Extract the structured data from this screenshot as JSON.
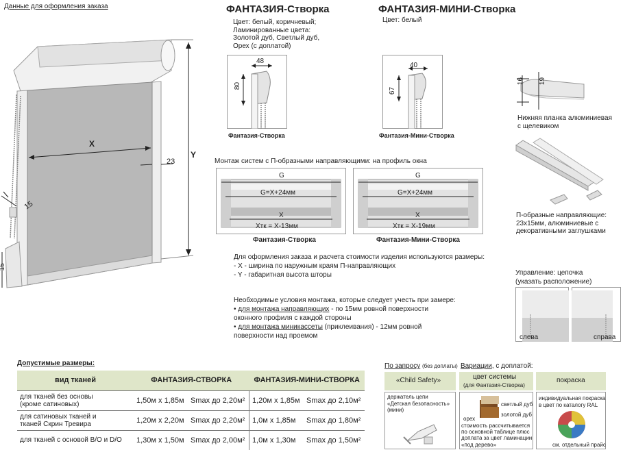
{
  "header": {
    "order_data": "Данные для оформления заказа",
    "title_fantasy": "ФАНТАЗИЯ-Створка",
    "title_fantasy_mini": "ФАНТАЗИЯ-МИНИ-Створка"
  },
  "fantasy_colors": [
    "Цвет: белый, коричневый;",
    "Ламинированные цвета:",
    "Золотой дуб, Светлый дуб,",
    "Орех (с доплатой)"
  ],
  "mini_colors": "Цвет: белый",
  "profiles": {
    "fantasy": {
      "w": "48",
      "h": "80",
      "caption": "Фантазия-Створка"
    },
    "mini": {
      "w": "40",
      "h": "67",
      "caption": "Фантазия-Мини-Створка"
    }
  },
  "main_drawing": {
    "x": "X",
    "y": "Y",
    "d23": "23",
    "d15": "15",
    "d15b": "15"
  },
  "bottom_bar": {
    "d16": "16",
    "d19": "19",
    "caption": [
      "Нижняя планка алюминиевая",
      "с щелевиком"
    ]
  },
  "mount_title": "Монтаж систем с П-образными направляющими: на профиль окна",
  "mount_diagrams": [
    {
      "g": "G",
      "gx": "G=X+24мм",
      "x": "X",
      "xtk": "Xтк = X-13мм",
      "caption": "Фантазия-Створка"
    },
    {
      "g": "G",
      "gx": "G=X+24мм",
      "x": "X",
      "xtk": "Xтк = X-19мм",
      "caption": "Фантазия-Мини-Створка"
    }
  ],
  "guides_caption": [
    "П-образные направляющие:",
    "23x15мм, алюминиевые с",
    "декоративными заглушками"
  ],
  "sizes_text": [
    "Для оформления заказа и расчета стоимости изделия используются размеры:",
    "- X - ширина по наружным краям П-направляющих",
    "- Y - габаритная высота шторы"
  ],
  "conditions": {
    "title": "Необходимые условия монтажа, которые следует учесть при замере:",
    "item1_u": "для монтажа направляющих",
    "item1_rest": " - по 15мм ровной поверхности",
    "item1_line2": "оконного профиля с каждой стороны",
    "item2_u": "для монтажа миникассеты",
    "item2_rest": " (приклеивания) - 12мм ровной",
    "item2_line2": "поверхности над проемом"
  },
  "control": {
    "title": [
      "Управление: цепочка",
      "(указать расположение)"
    ],
    "left": "слева",
    "right": "справа"
  },
  "table": {
    "title": "Допустимые размеры:",
    "headers": [
      "вид тканей",
      "ФАНТАЗИЯ-СТВОРКА",
      "ФАНТАЗИЯ-МИНИ-СТВОРКА"
    ],
    "rows": [
      {
        "fabric": [
          "для тканей без основы",
          "(кроме сатиновых)"
        ],
        "f_size": "1,50м x 1,85м",
        "f_s": "Smax до 2,20м²",
        "m_size": "1,20м x 1,85м",
        "m_s": "Smax до 2,10м²"
      },
      {
        "fabric": [
          "для сатиновых тканей и",
          "тканей Скрин Тревира"
        ],
        "f_size": "1,20м x 2,20м",
        "f_s": "Smax до 2,20м²",
        "m_size": "1,0м x 1,85м",
        "m_s": "Smax до 1,80м²"
      },
      {
        "fabric": [
          "для тканей с основой B/O и D/O"
        ],
        "f_size": "1,30м x 1,50м",
        "f_s": "Smax до 2,00м²",
        "m_size": "1,0м x 1,30м",
        "m_s": "Smax до 1,50м²"
      }
    ]
  },
  "options": {
    "on_request": "По запросу",
    "on_request_small": "(без доплаты)",
    "variations": "Вариации",
    "variations_rest": ", с доплатой:",
    "child_safety": "«Child Safety»",
    "system_color": "цвет системы",
    "system_color_small": "(для Фантазия-Створка)",
    "painting": "покраска",
    "holder": [
      "держатель цепи",
      "«Детская безопасность»",
      "(мини)"
    ],
    "light_oak": "светлый дуб",
    "golden_oak": "золотой дуб",
    "walnut": "орех",
    "laminate_note": [
      "стоимость рассчитывается",
      "по основной таблице плюс",
      "доплата за цвет ламинации",
      "«под дерево»"
    ],
    "paint_note": [
      "индивидуальная покраска",
      "в цвет по каталогу RAL"
    ],
    "price_ref": "см. отдельный прайс"
  }
}
